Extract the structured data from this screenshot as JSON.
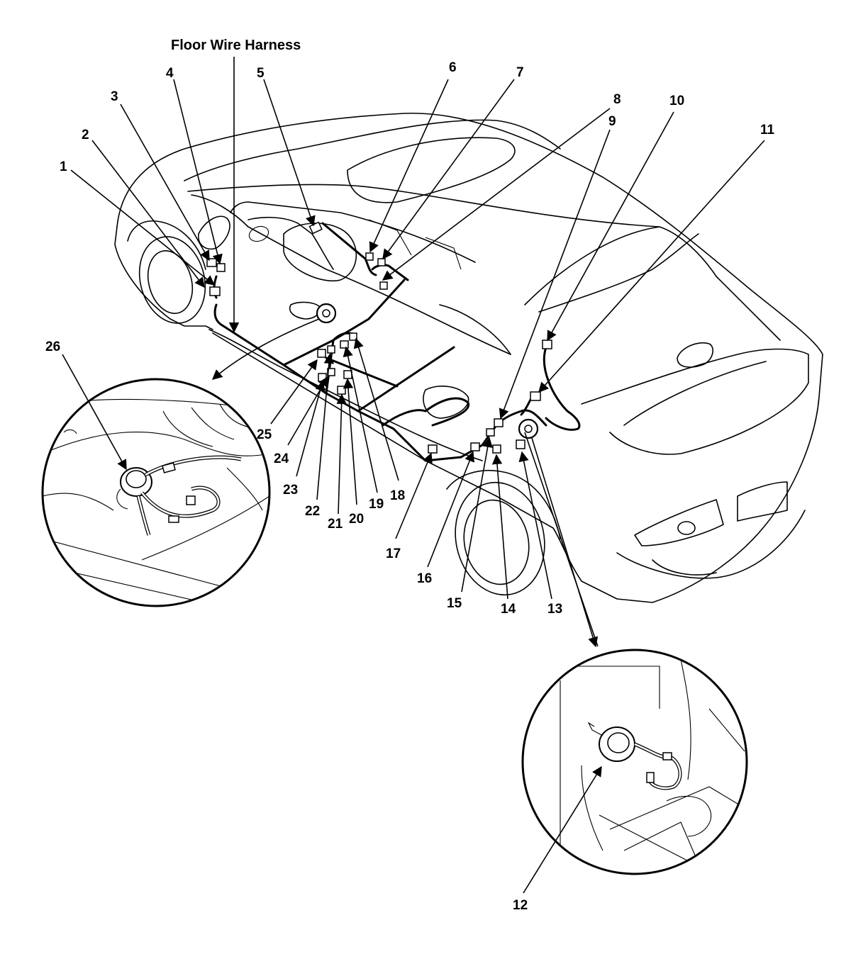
{
  "figure": {
    "title": "Floor Wire Harness",
    "callouts": [
      "1",
      "2",
      "3",
      "4",
      "5",
      "6",
      "7",
      "8",
      "9",
      "10",
      "11",
      "12",
      "13",
      "14",
      "15",
      "16",
      "17",
      "18",
      "19",
      "20",
      "21",
      "22",
      "23",
      "24",
      "25",
      "26"
    ]
  }
}
